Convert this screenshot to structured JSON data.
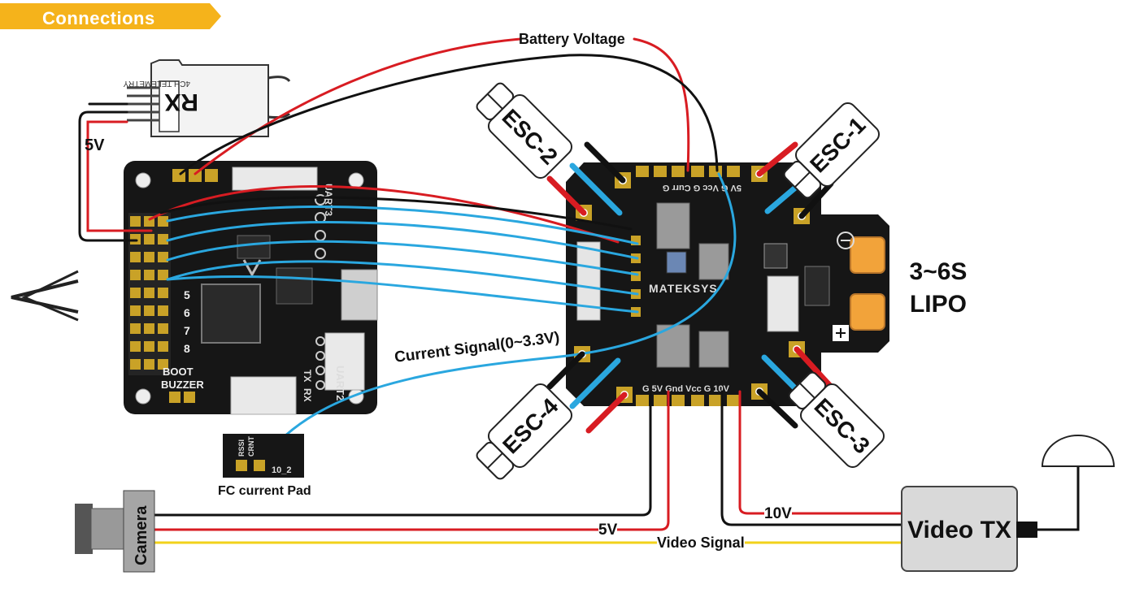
{
  "header": {
    "title": "Connections"
  },
  "labels": {
    "battery_voltage": "Battery Voltage",
    "five_v_left": "5V",
    "current_signal": "Current Signal(0~3.3V)",
    "fc_current_pad": "FC current Pad",
    "lipo_line1": "3~6S",
    "lipo_line2": "LIPO",
    "five_v_bottom": "5V",
    "ten_v": "10V",
    "video_signal": "Video Signal"
  },
  "components": {
    "rx": {
      "name": "RX",
      "sub": "4CH TELEMETRY"
    },
    "pdb": {
      "brand": "MATEKSYS",
      "top_pads": "5V  G  Vcc  G  Curr  G",
      "bottom_pads": "G  5V  Gnd  Vcc  G  10V"
    },
    "fc": {
      "boot": "BOOT",
      "buzzer": "BUZZER",
      "uart_labels": [
        "UART3",
        "UART2",
        "TX",
        "RX"
      ]
    },
    "fc_pad": {
      "labels": [
        "RSSI",
        "CRNT"
      ],
      "id": "10_2"
    },
    "esc": [
      "ESC-1",
      "ESC-2",
      "ESC-3",
      "ESC-4"
    ],
    "camera": "Camera",
    "video_tx": "Video TX"
  },
  "colors": {
    "banner": "#f5b31b",
    "wire_red": "#d81c22",
    "wire_black": "#111111",
    "wire_blue": "#2aa7df",
    "wire_yellow": "#f2d21b",
    "gold_pad": "#c9a227",
    "board": "#1a1a1a",
    "xt60": "#f2a33a"
  }
}
